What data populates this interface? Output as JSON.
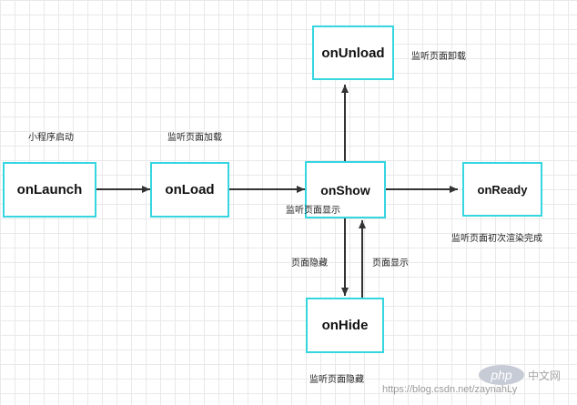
{
  "nodes": {
    "onUnload": "onUnload",
    "onLaunch": "onLaunch",
    "onLoad": "onLoad",
    "onShow": "onShow",
    "onReady": "onReady",
    "onHide": "onHide"
  },
  "notes": {
    "unload": "监听页面卸载",
    "launch": "小程序启动",
    "load": "监听页面加载",
    "show": "监听页面显示",
    "ready": "监听页面初次渲染完成",
    "hide_action": "页面隐藏",
    "show_action": "页面显示",
    "hide": "监听页面隐藏"
  },
  "watermark": {
    "logo": "php",
    "site": "中文网",
    "url": "https://blog.csdn.net/zaynahLy"
  },
  "colors": {
    "node_border": "#35d6e0",
    "arrow": "#333333",
    "grid": "#e9e9e9"
  }
}
